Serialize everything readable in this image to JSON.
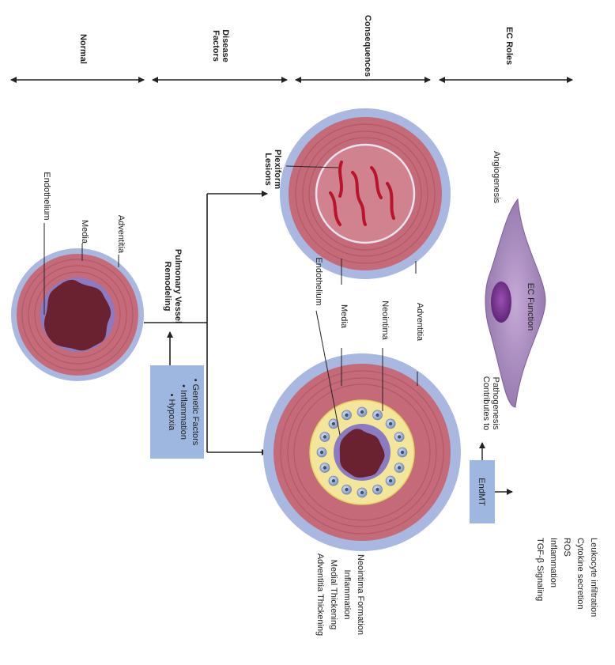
{
  "headers": {
    "normal": "Normal",
    "disease_factors_1": "Disease",
    "disease_factors_2": "Factors",
    "consequences": "Consequences",
    "ec_roles": "EC Roles"
  },
  "normal_vessel": {
    "endothelium": "Endothelium",
    "media": "Media",
    "adventitia": "Adventitia"
  },
  "remodeling": {
    "line1": "Pulmonary Vessel",
    "line2": "Remodeling"
  },
  "factors_box": {
    "items": [
      "• Genetic Factors",
      "• Inflammation",
      "• Hypoxia"
    ]
  },
  "plexiform_vessel": {
    "lesions_1": "Plexiform",
    "lesions_2": "Lesions",
    "media": "Media",
    "adventitia": "Adventitia"
  },
  "neointima_vessel": {
    "endothelium": "Endothelium",
    "media": "Media",
    "neointima": "Neointima",
    "adventitia": "Adventitia"
  },
  "consequence_list": [
    "Adventitia Thickening",
    "Medial Thickening",
    "Inflammation",
    "Neointima Formation"
  ],
  "ec_cell": {
    "angiogenesis": "Angiogenesis",
    "ec_function": "EC Function",
    "contributes_1": "Contributes to",
    "contributes_2": "Pathogenesis"
  },
  "endmt_box": {
    "label": "EndMT"
  },
  "endmt_effects": [
    "TGF-β  Signaling",
    "Inflammation",
    "ROS",
    "Cytokine secretion",
    "Leukocyte infiltration"
  ],
  "colors": {
    "adventitia": "#a8b8e0",
    "media": "#c46a78",
    "media_dark": "#a74d5c",
    "lumen": "#6b2230",
    "endothelium": "#8a7bc2",
    "neointima": "#f3e59a",
    "box": "#9db7e0",
    "cell": "#9a7eb3",
    "nucleus": "#6b2e86",
    "lesion": "#b8142c"
  }
}
